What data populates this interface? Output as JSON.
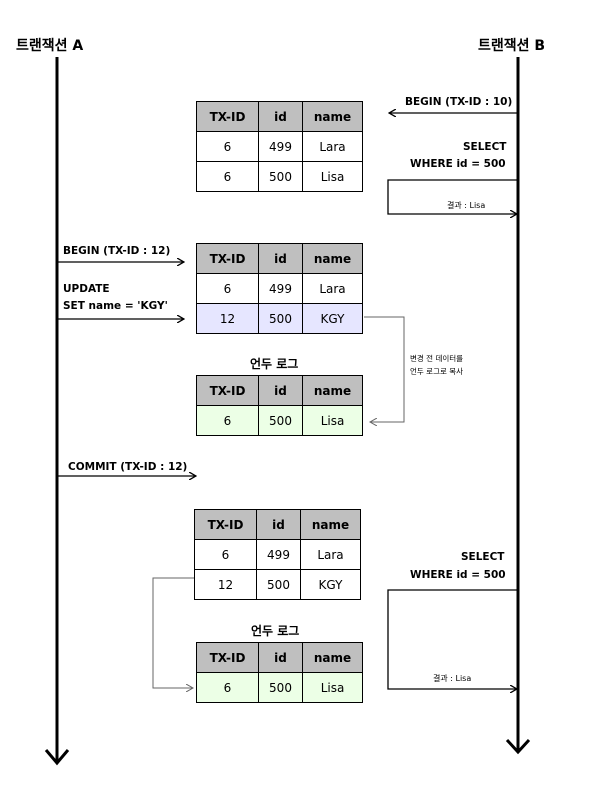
{
  "headers": {
    "a": "트랜잭션 A",
    "b": "트랜잭션 B"
  },
  "labels": {
    "b_begin": "BEGIN (TX-ID : 10)",
    "b_select1": "SELECT",
    "b_where1": "WHERE id = 500",
    "b_result1": "결과 : Lisa",
    "a_begin": "BEGIN  (TX-ID : 12)",
    "a_update": "UPDATE",
    "a_set": "SET name = 'KGY'",
    "copy_note1": "변경 전 데이터를",
    "copy_note2": "언두 로그로 복사",
    "undo_title1": "언두 로그",
    "a_commit": "COMMIT (TX-ID : 12)",
    "b_select2": "SELECT",
    "b_where2": "WHERE id = 500",
    "undo_title2": "언두 로그",
    "b_result2": "결과 : Lisa"
  },
  "tables": {
    "t1": {
      "header": [
        "TX-ID",
        "id",
        "name"
      ],
      "rows": [
        [
          "6",
          "499",
          "Lara"
        ],
        [
          "6",
          "500",
          "Lisa"
        ]
      ]
    },
    "t2": {
      "header": [
        "TX-ID",
        "id",
        "name"
      ],
      "rows": [
        [
          "6",
          "499",
          "Lara"
        ],
        [
          "12",
          "500",
          "KGY"
        ]
      ]
    },
    "t3": {
      "header": [
        "TX-ID",
        "id",
        "name"
      ],
      "rows": [
        [
          "6",
          "500",
          "Lisa"
        ]
      ]
    },
    "t4": {
      "header": [
        "TX-ID",
        "id",
        "name"
      ],
      "rows": [
        [
          "6",
          "499",
          "Lara"
        ],
        [
          "12",
          "500",
          "KGY"
        ]
      ]
    },
    "t5": {
      "header": [
        "TX-ID",
        "id",
        "name"
      ],
      "rows": [
        [
          "6",
          "500",
          "Lisa"
        ]
      ]
    }
  }
}
